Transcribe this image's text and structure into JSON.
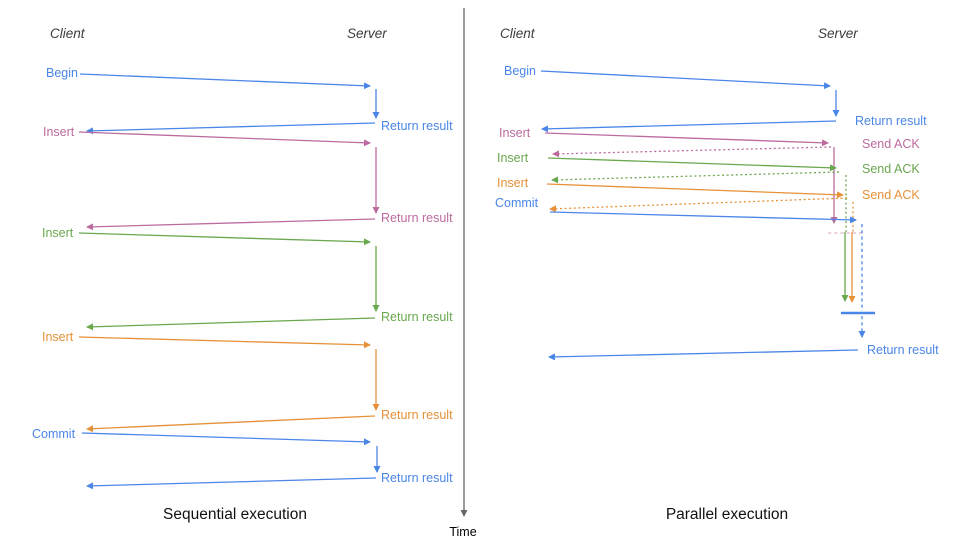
{
  "colors": {
    "blue": "#4a86e8",
    "pink": "#bc6b9f",
    "green": "#6aa84f",
    "orange": "#e69138",
    "axis": "#666666",
    "heading": "#3c3c3c",
    "title": "#111111",
    "time": "#000000"
  },
  "axis": {
    "label": "Time"
  },
  "left": {
    "client_header": "Client",
    "server_header": "Server",
    "title": "Sequential execution",
    "rows": [
      {
        "label": "Begin",
        "result": "Return result"
      },
      {
        "label": "Insert",
        "result": "Return result"
      },
      {
        "label": "Insert",
        "result": "Return result"
      },
      {
        "label": "Insert",
        "result": "Return result"
      },
      {
        "label": "Commit",
        "result": "Return result"
      }
    ]
  },
  "right": {
    "client_header": "Client",
    "server_header": "Server",
    "title": "Parallel execution",
    "rows": [
      {
        "label": "Begin",
        "result": "Return result"
      },
      {
        "label": "Insert",
        "result": "Send ACK"
      },
      {
        "label": "Insert",
        "result": "Send ACK"
      },
      {
        "label": "Insert",
        "result": "Send ACK"
      },
      {
        "label": "Commit"
      }
    ],
    "final_result": "Return result"
  }
}
